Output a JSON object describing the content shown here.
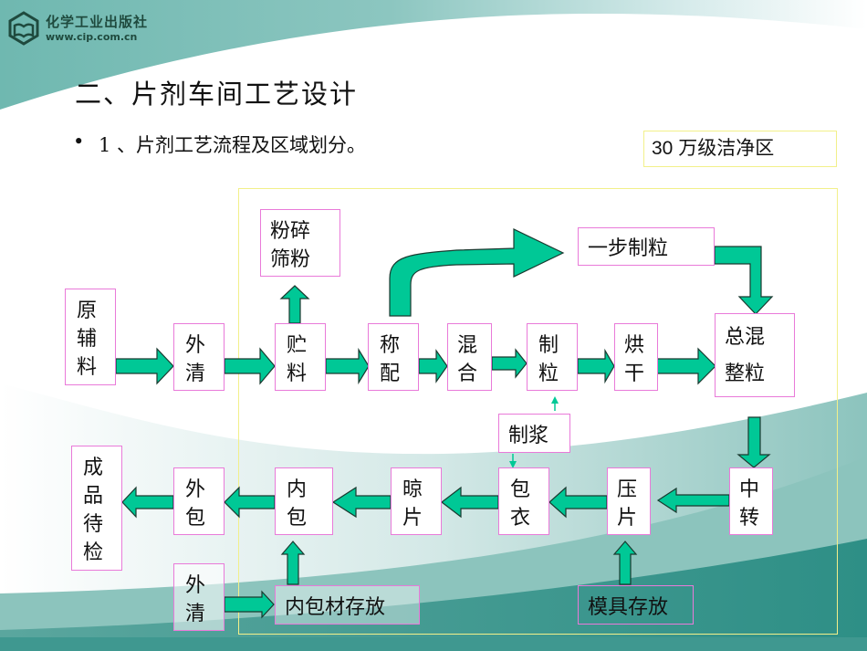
{
  "logo": {
    "publisher": "化学工业出版社",
    "url": "www.cip.com.cn"
  },
  "title": "二、片剂车间工艺设计",
  "bullet": {
    "symbol": "•",
    "text": "1 、片剂工艺流程及区域划分。"
  },
  "zone_label": "30 万级洁净区",
  "colors": {
    "arrow_fill": "#00c896",
    "arrow_stroke": "#1a3a30",
    "node_border": "#e97ad9",
    "zone_border": "#f2f08a",
    "theme_teal": "#4aa39a"
  },
  "nodes": {
    "raw": [
      "原",
      "辅",
      "料"
    ],
    "clean1": [
      "外",
      "清"
    ],
    "storage": [
      "贮",
      "料"
    ],
    "crush": [
      "粉碎",
      "筛粉"
    ],
    "weigh": [
      "称",
      "配"
    ],
    "mix": [
      "混",
      "合"
    ],
    "granulate": [
      "制",
      "粒"
    ],
    "dry": [
      "烘",
      "干"
    ],
    "onestep": "一步制粒",
    "finalmix": [
      "总混",
      "整粒"
    ],
    "slurry": "制浆",
    "transfer": [
      "中",
      "转"
    ],
    "press": [
      "压",
      "片"
    ],
    "coat": [
      "包",
      "衣"
    ],
    "cool": [
      "晾",
      "片"
    ],
    "innerpack": [
      "内",
      "包"
    ],
    "outerpack": [
      "外",
      "包"
    ],
    "finished": [
      "成",
      "品",
      "待",
      "检"
    ],
    "clean2": [
      "外",
      "清"
    ],
    "innermat": "内包材存放",
    "mold": "模具存放"
  }
}
